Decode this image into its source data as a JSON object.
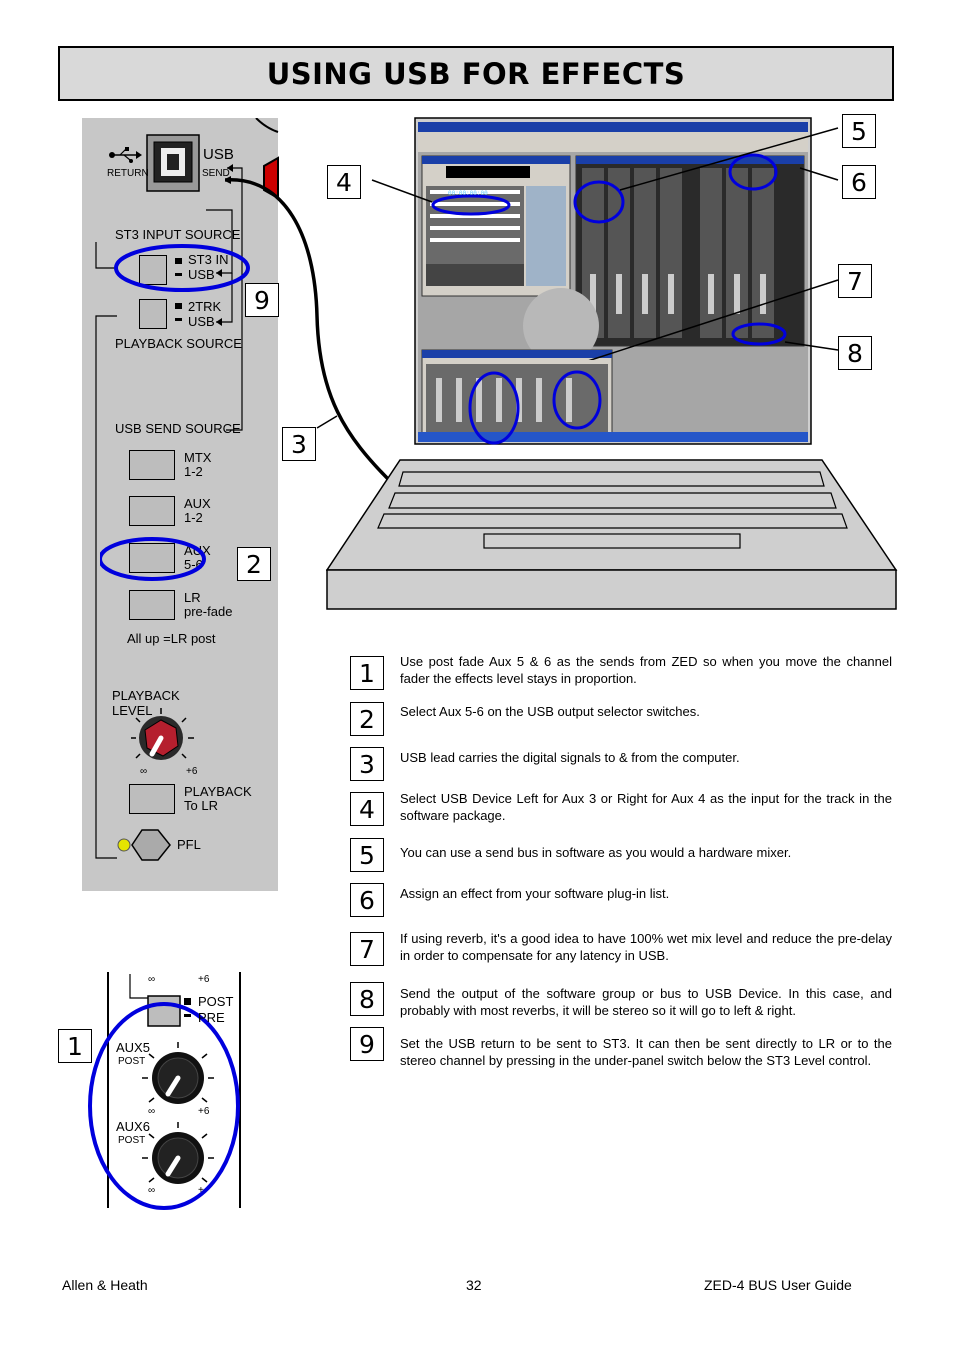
{
  "title": "USING USB FOR EFFECTS",
  "panel": {
    "usb_label": "USB",
    "return_label": "RETURN",
    "send_label": "SEND",
    "st3_input_source": "ST3 INPUT SOURCE",
    "st3_in": "ST3 IN",
    "usb": "USB",
    "trk2": "2TRK",
    "playback_source": "PLAYBACK SOURCE",
    "usb_send_source": "USB SEND SOURCE",
    "send_options": [
      {
        "line1": "MTX",
        "line2": "1-2"
      },
      {
        "line1": "AUX",
        "line2": "1-2"
      },
      {
        "line1": "AUX",
        "line2": "5-6"
      },
      {
        "line1": "LR",
        "line2": "pre-fade"
      }
    ],
    "all_up": "All up =LR post",
    "playback_level_1": "PLAYBACK",
    "playback_level_2": "LEVEL",
    "knob_min": "∞",
    "knob_max": "+6",
    "playback_to_lr_1": "PLAYBACK",
    "playback_to_lr_2": "To LR",
    "pfl": "PFL"
  },
  "aux_panel": {
    "inf": "∞",
    "plus6": "+6",
    "post": "POST",
    "pre": "PRE",
    "aux5": "AUX5",
    "aux6": "AUX6",
    "post_small": "POST",
    "plus": "+"
  },
  "callouts": [
    "1",
    "2",
    "3",
    "4",
    "5",
    "6",
    "7",
    "8",
    "9"
  ],
  "steps": [
    {
      "num": "1",
      "text": "Use post fade Aux 5 & 6 as the sends from ZED so when you move the channel fader the effects level stays in proportion."
    },
    {
      "num": "2",
      "text": "Select Aux 5-6 on the USB output selector switches."
    },
    {
      "num": "3",
      "text": "USB lead carries the digital signals to & from the computer."
    },
    {
      "num": "4",
      "text": "Select USB Device Left for Aux 3 or Right for Aux 4 as the input for the track in the software package."
    },
    {
      "num": "5",
      "text": "You can use a send bus in software as you would a hardware mixer."
    },
    {
      "num": "6",
      "text": "Assign an effect from your software plug-in list."
    },
    {
      "num": "7",
      "text": "If using reverb, it's a good idea to have 100% wet mix level and reduce the pre-delay in order to compensate for any latency in USB."
    },
    {
      "num": "8",
      "text": "Send the output of the software group or bus to USB Device. In this case, and probably with most reverbs, it will be stereo so it will go to left & right."
    },
    {
      "num": "9",
      "text": "Set the USB return to be sent to ST3. It can then be sent directly to LR or to the stereo channel by pressing in the under-panel switch below the ST3 Level control."
    }
  ],
  "screen": {
    "timecode": "00:00:00:00"
  },
  "footer": {
    "left": "Allen & Heath",
    "center": "32",
    "right": "ZED-4 BUS User Guide"
  }
}
